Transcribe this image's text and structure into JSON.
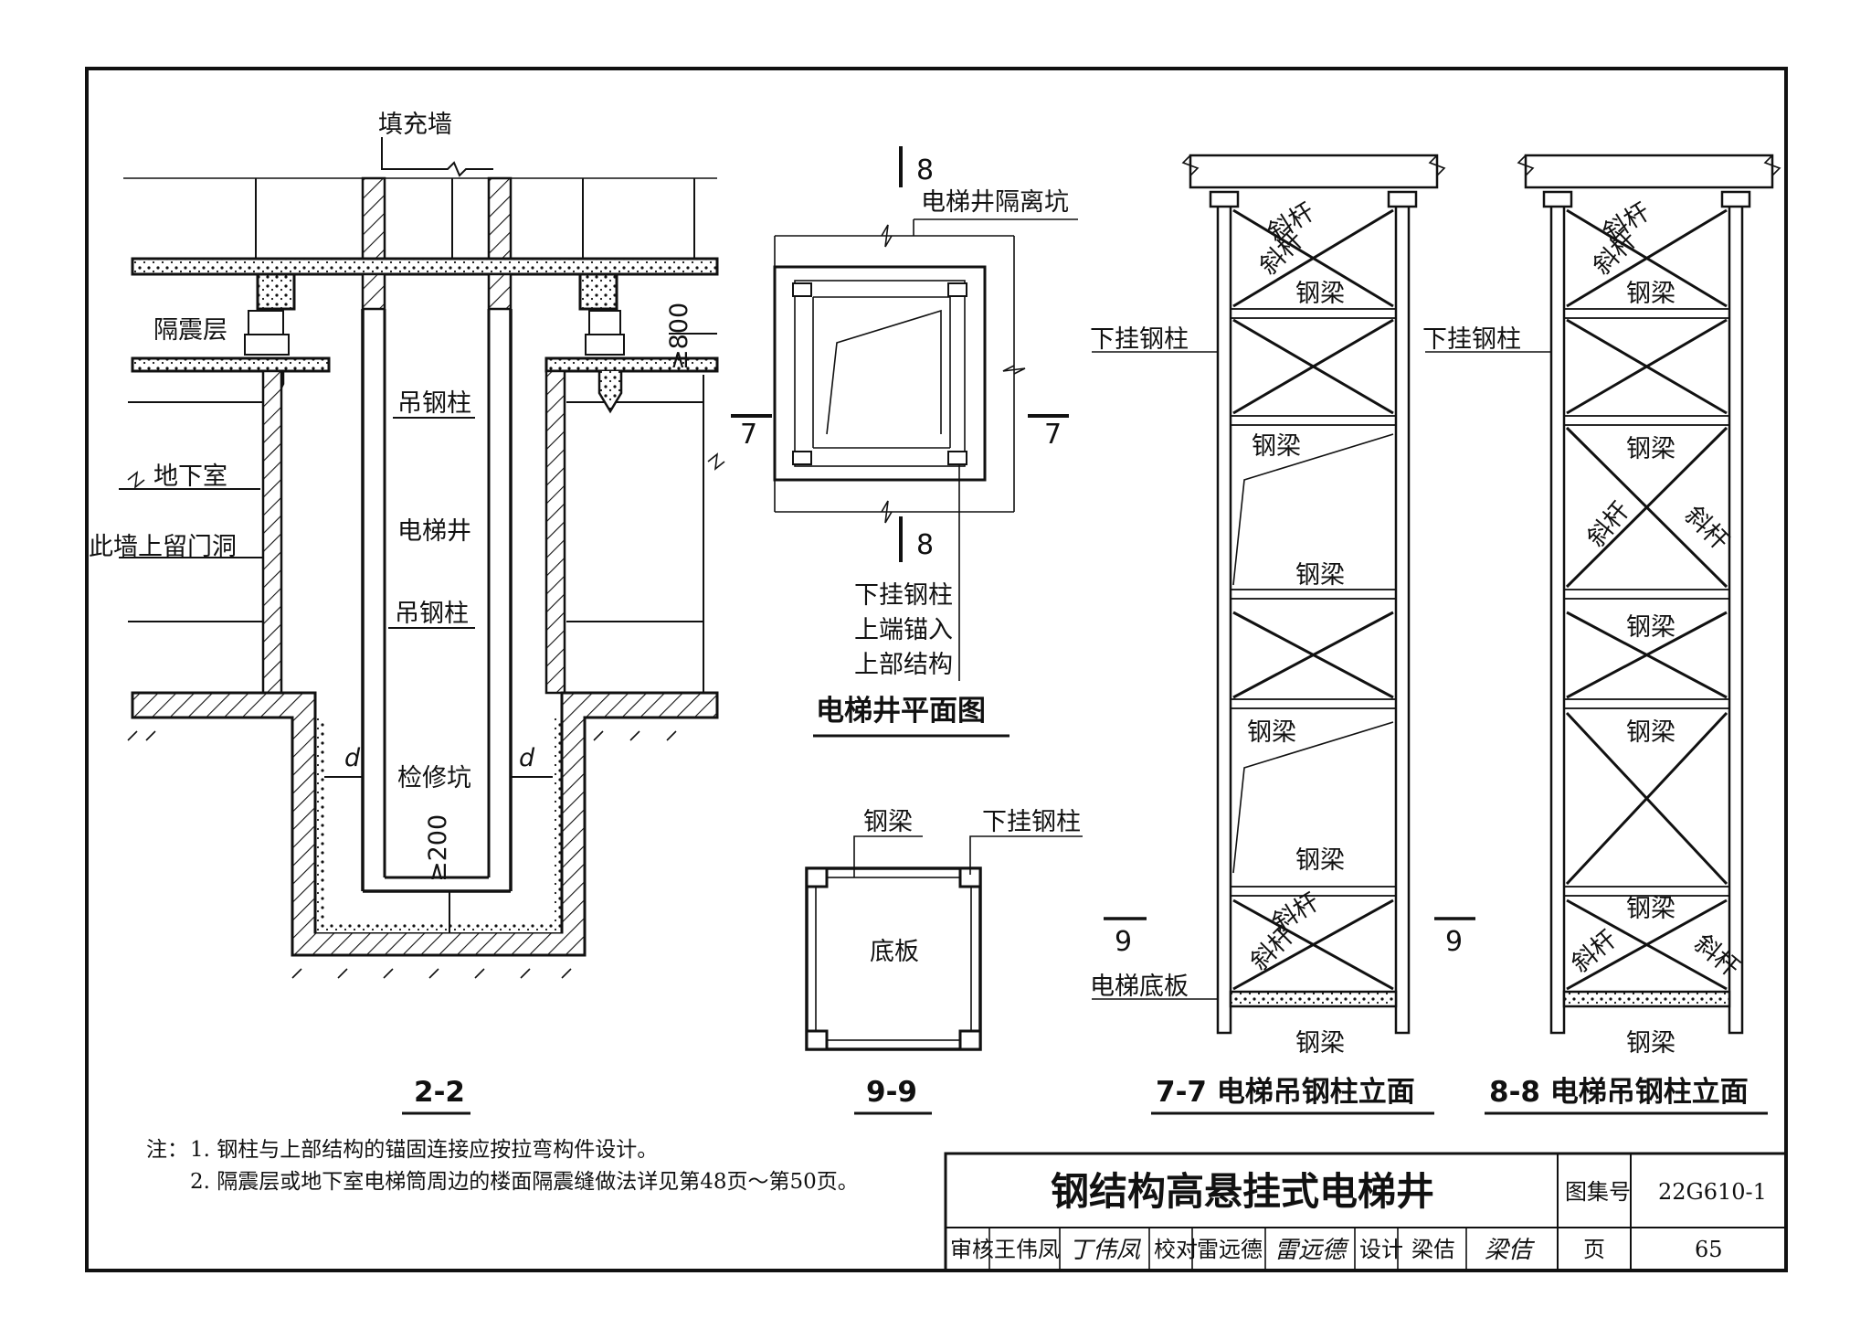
{
  "section_2_2": {
    "caption": "2-2",
    "fill_wall": "填充墙",
    "isolation_layer": "隔震层",
    "basement": "地下室",
    "door_opening": "此墙上留门洞",
    "hang_column_1": "吊钢柱",
    "elevator_shaft": "电梯井",
    "hang_column_2": "吊钢柱",
    "pit": "检修坑",
    "dim_800": "≥800",
    "dim_200": "≥200",
    "dim_d": "d"
  },
  "plan": {
    "caption": "电梯井平面图",
    "pit_label": "电梯井隔离坑",
    "sec7": "7",
    "sec8": "8",
    "col_note": [
      "下挂钢柱",
      "上端锚入",
      "上部结构"
    ]
  },
  "section_9_9": {
    "caption": "9-9",
    "beam": "钢梁",
    "column": "下挂钢柱",
    "base": "底板"
  },
  "elev7": {
    "caption": "7-7  电梯吊钢柱立面",
    "hang_col": "下挂钢柱",
    "brace": "斜杆",
    "beam": "钢梁",
    "base_plate": "电梯底板",
    "sec9": "9"
  },
  "elev8": {
    "caption": "8-8  电梯吊钢柱立面",
    "hang_col": "下挂钢柱",
    "brace": "斜杆",
    "beam": "钢梁",
    "sec9": "9"
  },
  "notes": {
    "prefix": "注：",
    "items": [
      "1. 钢柱与上部结构的锚固连接应按拉弯构件设计。",
      "2. 隔震层或地下室电梯筒周边的楼面隔震缝做法详见第48页～第50页。"
    ]
  },
  "title_block": {
    "title": "钢结构高悬挂式电梯井",
    "atlas_label": "图集号",
    "atlas_no": "22G610-1",
    "review_label": "审核",
    "reviewer": "王伟凤",
    "reviewer_sig": "丁伟凤",
    "check_label": "校对",
    "checker": "雷远德",
    "checker_sig": "雷远德",
    "design_label": "设计",
    "designer": "梁佶",
    "designer_sig": "梁佶",
    "page_label": "页",
    "page_no": "65"
  }
}
